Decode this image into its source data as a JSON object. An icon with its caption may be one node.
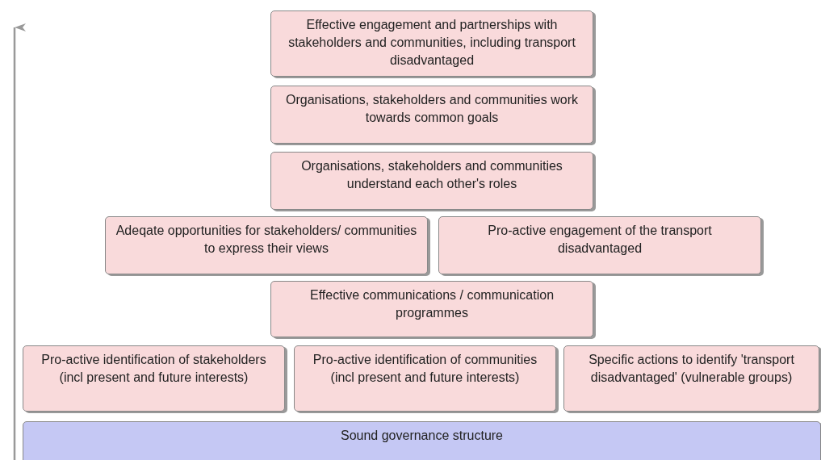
{
  "diagram": {
    "nodes": [
      {
        "text": [
          "Effective engagement and partnerships with stakeholders and communities, including transport disadvantaged"
        ]
      },
      {
        "text": [
          "Organisations, stakeholders and communities work towards common goals"
        ]
      },
      {
        "text": [
          "Organisations, stakeholders and communities understand each other's roles"
        ]
      },
      {
        "text": [
          "Adeqate opportunities for stakeholders/ communities to express their views"
        ]
      },
      {
        "text": [
          "Pro-active engagement of the transport disadvantaged"
        ]
      },
      {
        "text": [
          "Effective communications / communication programmes"
        ]
      },
      {
        "text": [
          "Pro-active identification of stakeholders (incl present and future interests)"
        ]
      },
      {
        "text": [
          "Pro-active identification of communities (incl present and future interests)"
        ]
      },
      {
        "text": [
          "Specific actions to identify 'transport disadvantaged' (vulnerable groups)"
        ]
      },
      {
        "text": [
          "Sound governance structure"
        ]
      }
    ],
    "edges": []
  }
}
